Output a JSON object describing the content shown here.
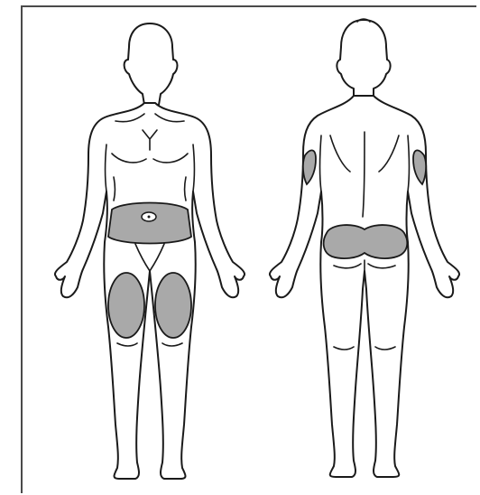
{
  "figure": {
    "views": [
      "front",
      "back"
    ],
    "highlighted_areas": {
      "front": [
        "abdomen",
        "left-thigh",
        "right-thigh"
      ],
      "back": [
        "left-upper-arm",
        "right-upper-arm",
        "buttocks"
      ]
    }
  },
  "colors": {
    "zone_fill": "#a9a9a9",
    "outline": "#1a1a1a",
    "background": "#ffffff",
    "frame": "#4a4a4a"
  }
}
